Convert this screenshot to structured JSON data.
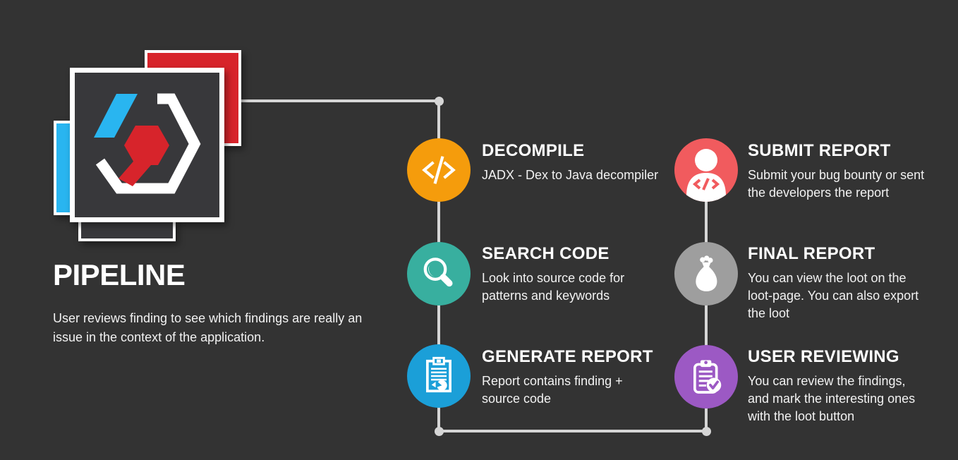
{
  "title": "PIPELINE",
  "subtitle_lines": [
    "User reviews finding to see which findings are really an",
    "issue in the context of the application."
  ],
  "colors": {
    "background": "#333333",
    "connector_line": "#D6D6D6",
    "text": "#FFFFFF",
    "logo_red": "#D7242B",
    "logo_cyan": "#29B5F0",
    "logo_panel": "#38383B"
  },
  "steps": [
    {
      "label": "DECOMPILE",
      "lines": [
        "JADX - Dex to Java decompiler"
      ],
      "color": "#F59C0C",
      "icon": "code-icon"
    },
    {
      "label": "SEARCH CODE",
      "lines": [
        "Look into source code for",
        "patterns and keywords"
      ],
      "color": "#38AF9F",
      "icon": "search-icon"
    },
    {
      "label": "GENERATE REPORT",
      "lines": [
        "Report contains finding +",
        "source code"
      ],
      "color": "#1B9FD8",
      "icon": "report-clipboard-icon"
    },
    {
      "label": "SUBMIT REPORT",
      "lines": [
        "Submit your bug bounty or sent",
        "the developers the report"
      ],
      "color": "#F15B5E",
      "icon": "person-code-icon"
    },
    {
      "label": "FINAL REPORT",
      "lines": [
        "You can view the loot on the",
        "loot-page. You can also export",
        "the loot"
      ],
      "color": "#9E9E9E",
      "icon": "money-bag-icon"
    },
    {
      "label": "USER REVIEWING",
      "lines": [
        "You can review the findings,",
        "and mark the interesting ones",
        "with the loot button"
      ],
      "color": "#9C59C4",
      "icon": "clipboard-check-icon"
    }
  ]
}
